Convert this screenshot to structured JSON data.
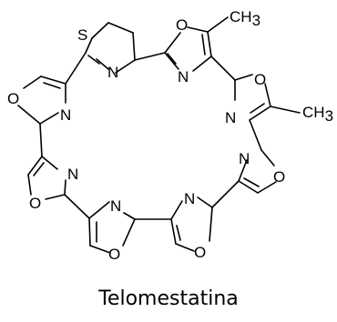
{
  "caption": "Telomestatina",
  "atoms": {
    "S": "S",
    "N": "N",
    "O": "O",
    "methyl": "CH",
    "methyl_subscript": "3"
  }
}
